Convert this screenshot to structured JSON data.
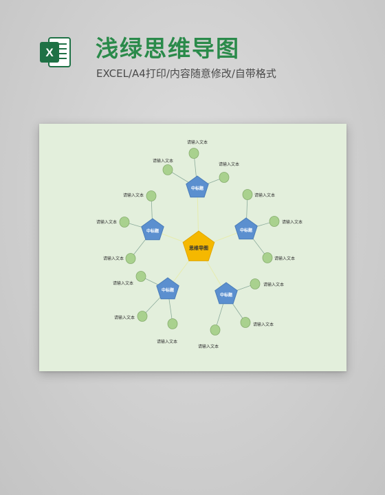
{
  "header": {
    "title": "浅绿思维导图",
    "subtitle": "EXCEL/A4打印/内容随意修改/自带格式",
    "app_icon": "excel-icon",
    "icon_letter": "X"
  },
  "colors": {
    "title": "#2a8a4a",
    "sheet_background": "#e3efdc",
    "center_node": "#f5b800",
    "sub_node": "#5b8fcf",
    "leaf_node": "#a9d18e",
    "connector": "#8aaa9a"
  },
  "mindmap": {
    "center": {
      "label": "思维导图"
    },
    "branches": [
      {
        "label": "中标题",
        "leaves": [
          "请输入文本",
          "请输入文本",
          "请输入文本"
        ]
      },
      {
        "label": "中标题",
        "leaves": [
          "请输入文本",
          "请输入文本",
          "请输入文本"
        ]
      },
      {
        "label": "中标题",
        "leaves": [
          "请输入文本",
          "请输入文本",
          "请输入文本"
        ]
      },
      {
        "label": "中标题",
        "leaves": [
          "请输入文本",
          "请输入文本",
          "请输入文本"
        ]
      },
      {
        "label": "中标题",
        "leaves": [
          "请输入文本",
          "请输入文本",
          "请输入文本"
        ]
      }
    ]
  }
}
